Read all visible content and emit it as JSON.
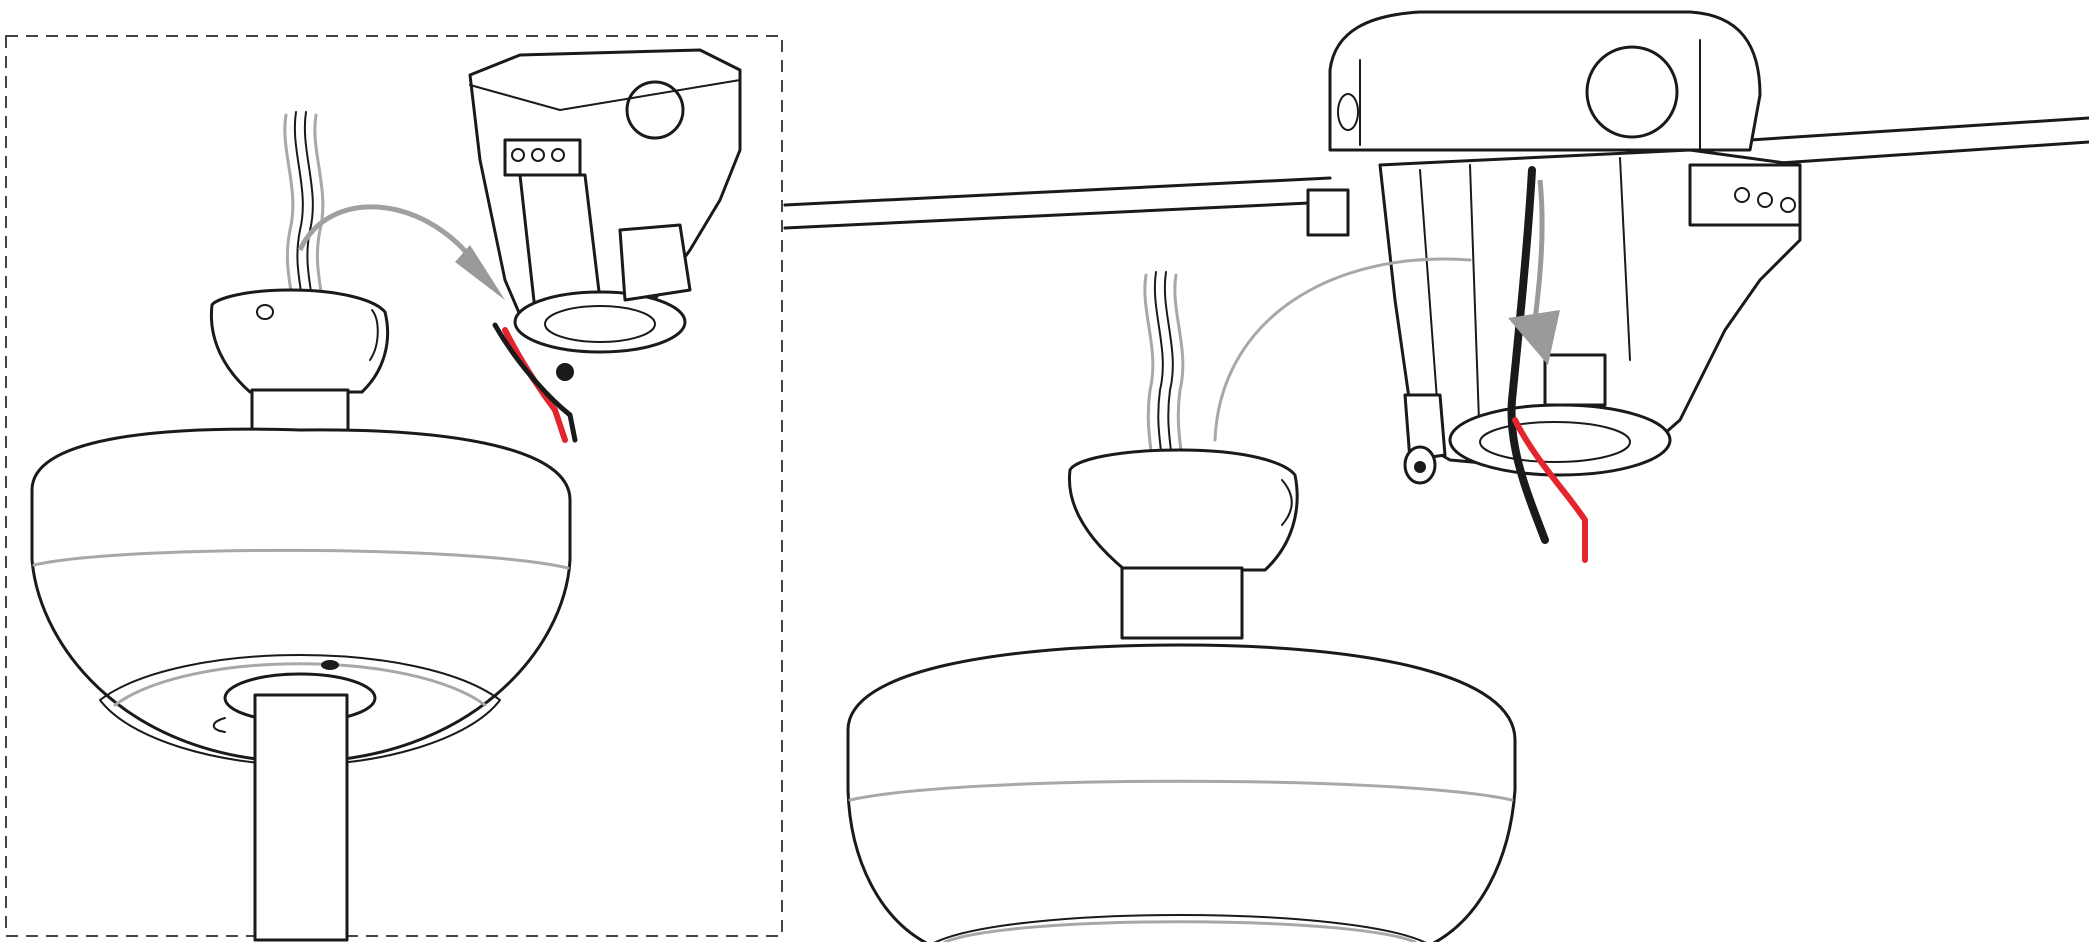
{
  "figure": {
    "panels": [
      {
        "id": "inset",
        "style": "dashed-border"
      },
      {
        "id": "main",
        "style": "plain"
      }
    ],
    "colors": {
      "line": "#1a1a1a",
      "accent_wire": "#e3262d",
      "black_wire": "#1a1a1a",
      "arrow": "#9a9a9a",
      "guide_line": "#a8a8a8",
      "background": "#ffffff"
    },
    "icons": [
      "ceiling-fan-motor-housing",
      "mounting-bracket",
      "junction-box",
      "downrod",
      "curved-arrow",
      "supply-wires"
    ]
  }
}
